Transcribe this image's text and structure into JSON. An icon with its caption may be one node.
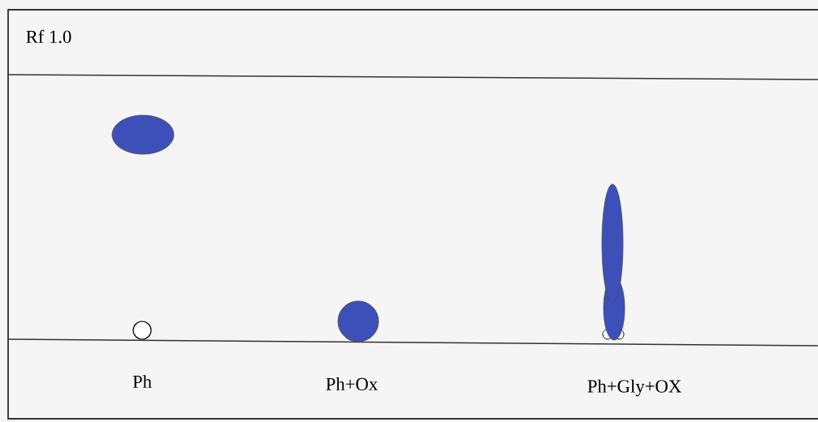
{
  "diagram": {
    "labels": [
      "Rf 1.0",
      "Ph",
      "Ph+Ox",
      "Ph+Gly+OX"
    ]
  }
}
